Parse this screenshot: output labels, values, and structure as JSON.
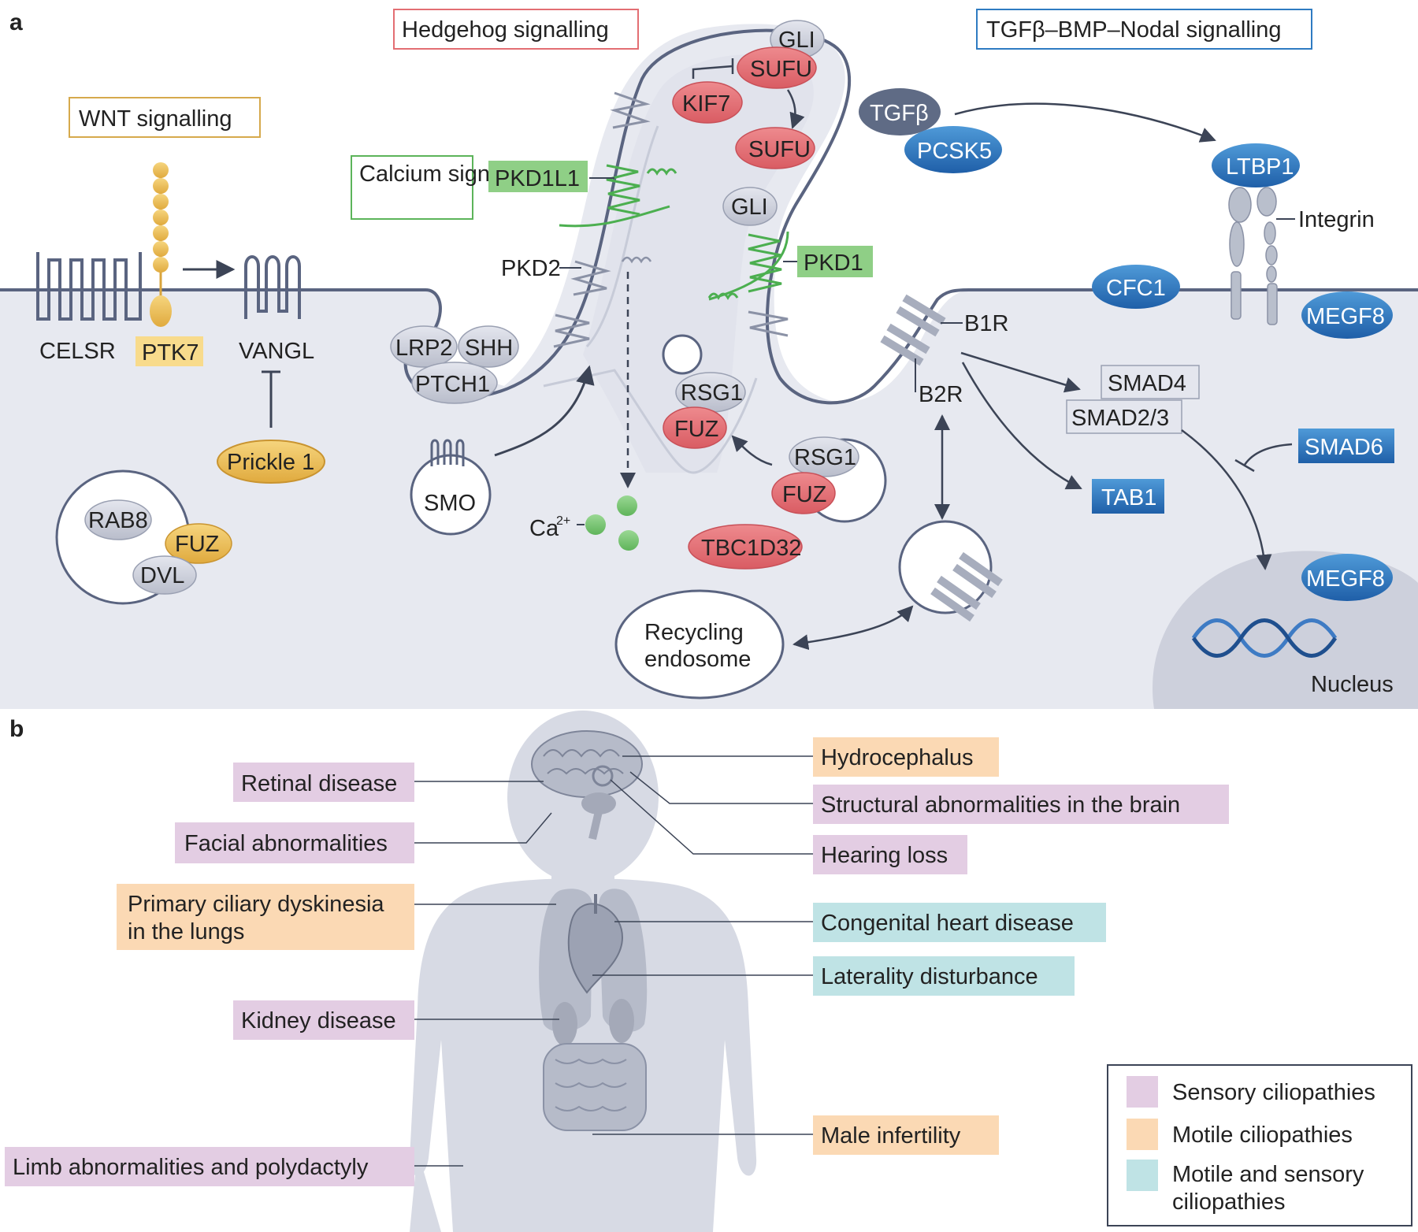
{
  "panels": {
    "a": "a",
    "b": "b"
  },
  "pathway_boxes": {
    "hedgehog": "Hedgehog signalling",
    "tgf": "TGFβ–BMP–Nodal signalling",
    "wnt": "WNT signalling",
    "calcium": "Calcium signalling"
  },
  "proteins": {
    "gli_top": "GLI",
    "sufu_top": "SUFU",
    "kif7": "KIF7",
    "sufu_mid": "SUFU",
    "gli_mid": "GLI",
    "pkd1l1": "PKD1L1",
    "pkd1": "PKD1",
    "pkd2": "PKD2",
    "tgfb": "TGFβ",
    "pcsk5": "PCSK5",
    "ltbp1": "LTBP1",
    "integrin": "Integrin",
    "cfc1": "CFC1",
    "megf8_mem": "MEGF8",
    "megf8_nuc": "MEGF8",
    "b1r": "B1R",
    "b2r": "B2R",
    "smad4": "SMAD4",
    "smad23": "SMAD2/3",
    "smad6": "SMAD6",
    "tab1": "TAB1",
    "nucleus": "Nucleus",
    "celsr": "CELSR",
    "ptk7": "PTK7",
    "vangl": "VANGL",
    "prickle": "Prickle 1",
    "rab8": "RAB8",
    "fuz_ves": "FUZ",
    "dvl": "DVL",
    "lrp2": "LRP2",
    "shh": "SHH",
    "ptch1": "PTCH1",
    "smo": "SMO",
    "rsg1_a": "RSG1",
    "fuz_a": "FUZ",
    "rsg1_b": "RSG1",
    "fuz_b": "FUZ",
    "tbc1d32": "TBC1D32",
    "ca_label": "Ca",
    "ca_sup": "2+",
    "recycling_line1": "Recycling",
    "recycling_line2": "endosome"
  },
  "diseases": {
    "retinal": "Retinal disease",
    "facial": "Facial abnormalities",
    "pcd_line1": "Primary ciliary dyskinesia",
    "pcd_line2": "in the lungs",
    "kidney": "Kidney disease",
    "limb": "Limb abnormalities and polydactyly",
    "hydro": "Hydrocephalus",
    "brain": "Structural abnormalities in the brain",
    "hearing": "Hearing loss",
    "heart": "Congenital heart disease",
    "laterality": "Laterality disturbance",
    "infertility": "Male infertility"
  },
  "legend": {
    "sensory": "Sensory ciliopathies",
    "motile": "Motile ciliopathies",
    "both_line1": "Motile and sensory",
    "both_line2": "ciliopathies"
  },
  "colors": {
    "sensory": "#e3cde3",
    "motile": "#fbd9b4",
    "both": "#bfe3e5",
    "cell": "#e6e8ef",
    "membrane": "#5a6480",
    "red_protein": "#e8747a",
    "blue_protein": "#2f7bc2",
    "green_protein": "#7ec77a",
    "yellow_protein": "#f0c35a",
    "grey_protein": "#ccd0dc"
  }
}
